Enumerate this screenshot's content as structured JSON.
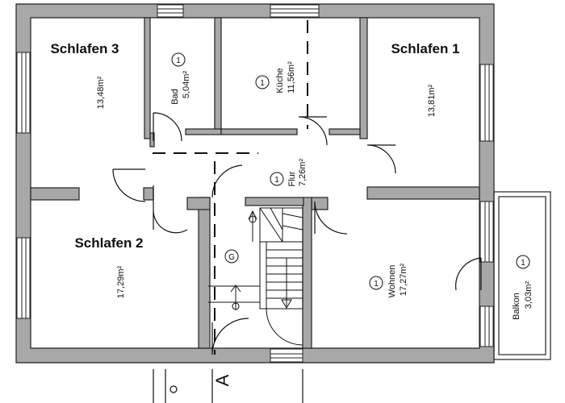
{
  "rooms": [
    {
      "id": "schlafen3",
      "name": "Schlafen 3",
      "area": "13,48m²"
    },
    {
      "id": "bad",
      "name": "Bad",
      "area": "5,04m²",
      "marker": "1"
    },
    {
      "id": "kueche",
      "name": "Küche",
      "area": "11,56m²",
      "marker": "1"
    },
    {
      "id": "schlafen1",
      "name": "Schlafen 1",
      "area": "13,81m²"
    },
    {
      "id": "flur",
      "name": "Flur",
      "area": "7,26m²",
      "marker": "1"
    },
    {
      "id": "schlafen2",
      "name": "Schlafen 2",
      "area": "17,29m²"
    },
    {
      "id": "wohnen",
      "name": "Wohnen",
      "area": "17,27m²",
      "marker": "1"
    },
    {
      "id": "balkon",
      "name": "Balkon",
      "area": "3,03m²",
      "marker": "1"
    }
  ],
  "stair_marker": "G",
  "entrance_marker": "A",
  "colors": {
    "wall": "#a8a8a8",
    "wall_edge": "#222222",
    "line": "#111111"
  }
}
